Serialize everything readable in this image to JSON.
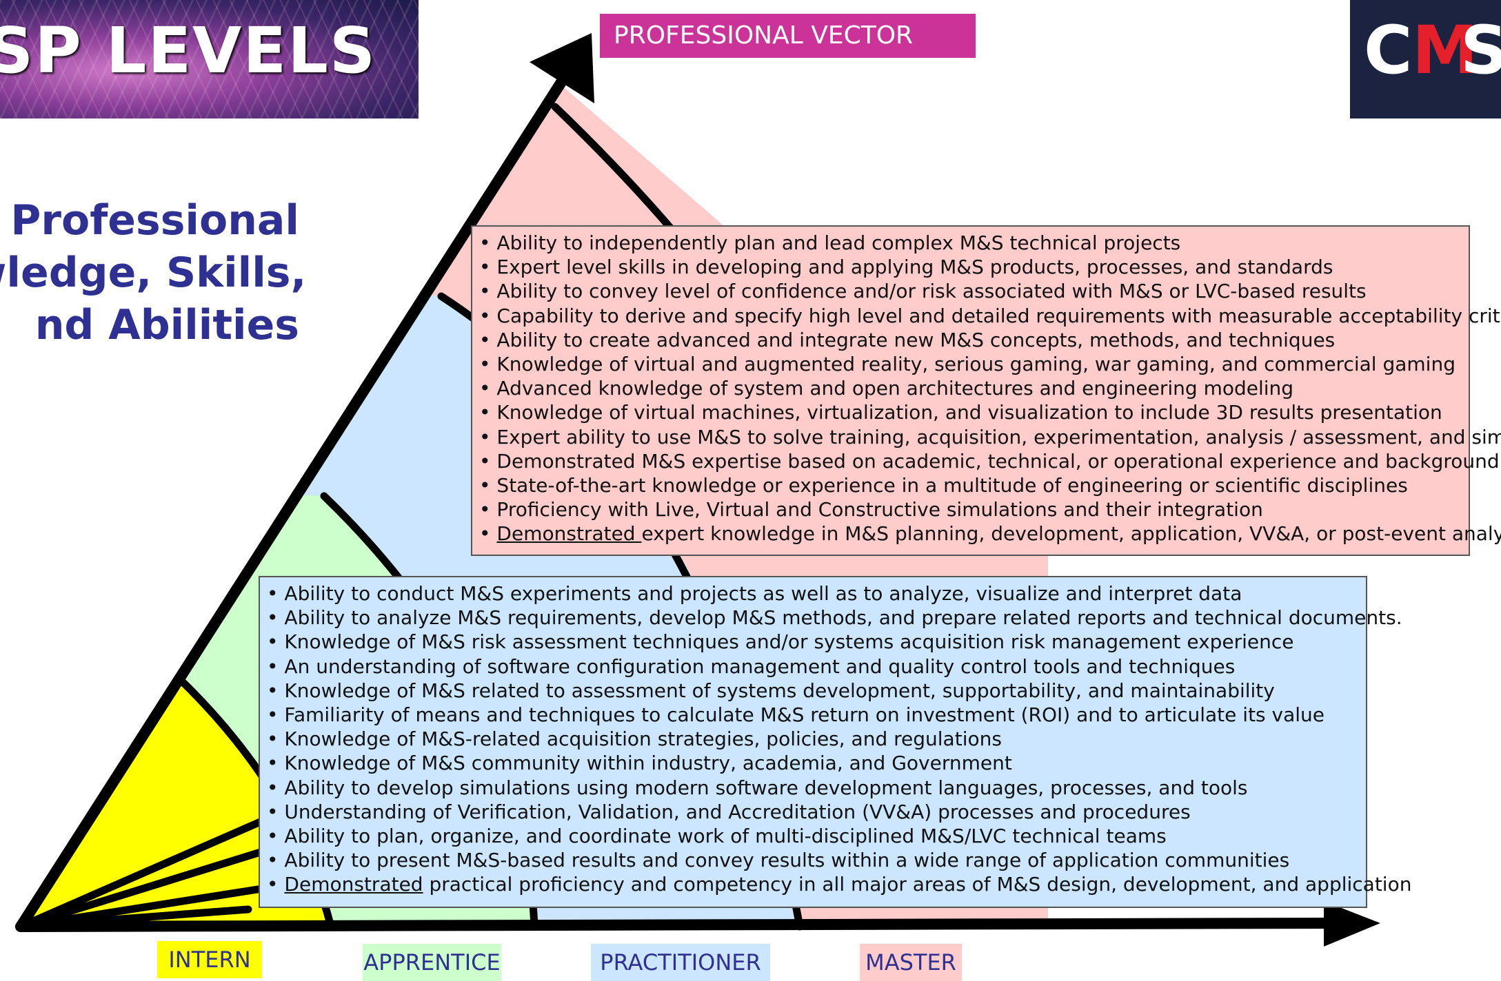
{
  "header": {
    "title": "SP LEVELS",
    "logo_letters": [
      "C",
      "M",
      "S"
    ]
  },
  "side_heading": {
    "lines": [
      "Professional",
      "wledge, Skills,",
      "nd Abilities"
    ]
  },
  "vector_label": "PROFESSIONAL VECTOR",
  "levels": [
    {
      "label": "INTERN",
      "color": "#ffff00"
    },
    {
      "label": "APPRENTICE",
      "color": "#ccffcc"
    },
    {
      "label": "PRACTITIONER",
      "color": "#cce6ff"
    },
    {
      "label": "MASTER",
      "color": "#ffcccc"
    }
  ],
  "master_box": {
    "items": [
      "Ability to independently plan and lead complex M&S technical projects",
      "Expert level skills in developing and applying M&S products, processes, and standards",
      "Ability to convey level of confidence and/or risk associated with M&S or LVC-based results",
      "Capability to derive and specify high level and detailed requirements with measurable acceptability criteria",
      "Ability to create advanced and integrate new M&S concepts, methods, and techniques",
      "Knowledge of virtual and augmented reality, serious gaming, war gaming, and commercial gaming",
      "Advanced knowledge of system and open architectures and engineering modeling",
      "Knowledge of virtual machines, virtualization, and visualization to include 3D results presentation",
      "Expert ability to use M&S to solve training, acquisition, experimentation, analysis / assessment, and similar",
      "Demonstrated M&S expertise based on academic, technical, or operational experience and background",
      "State-of-the-art knowledge or experience in a multitude of engineering or scientific disciplines",
      "Proficiency with Live, Virtual and Constructive simulations and their integration"
    ],
    "last_item_underlined": "Demonstrated ",
    "last_item_rest": "expert knowledge in M&S planning, development, application, VV&A, or post-event analysis"
  },
  "practitioner_box": {
    "items": [
      "Ability to conduct M&S experiments and projects as well as to analyze, visualize and interpret data",
      "Ability to analyze M&S requirements, develop M&S methods, and prepare related reports and technical documents.",
      "Knowledge of M&S risk assessment techniques and/or systems acquisition risk management experience",
      "An understanding of software configuration management and quality control tools and techniques",
      "Knowledge of M&S related to assessment of systems development, supportability, and maintainability",
      "Familiarity of means and techniques to calculate M&S return on investment (ROI) and to articulate its value",
      "Knowledge of  M&S-related acquisition strategies, policies, and regulations",
      "Knowledge of M&S community within industry, academia, and Government",
      "Ability to develop simulations using modern software development languages, processes, and tools",
      "Understanding of Verification, Validation, and Accreditation (VV&A) processes and procedures",
      "Ability to plan, organize, and coordinate work of multi-disciplined M&S/LVC technical teams",
      "Ability to present M&S-based results and convey results within a wide range of application communities"
    ],
    "last_item_underlined": "Demonstrated",
    "last_item_rest": " practical proficiency and competency in all major areas of M&S design, development, and application"
  }
}
